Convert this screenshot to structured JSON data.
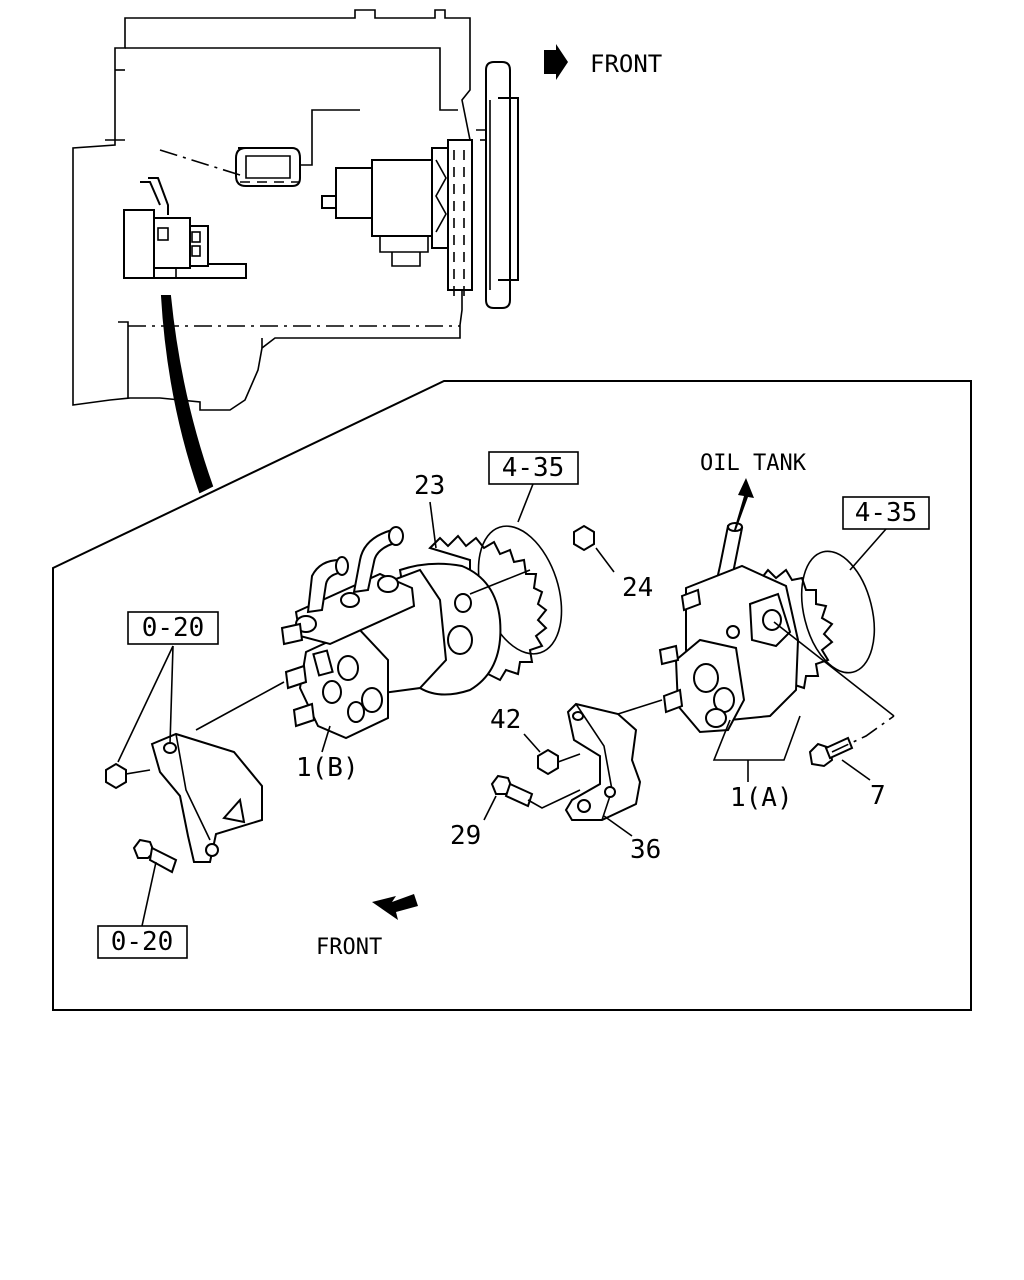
{
  "labels": {
    "front_top": "FRONT",
    "front_bottom": "FRONT",
    "oil_tank": "OIL TANK",
    "ref_4_35_a": "4-35",
    "ref_4_35_b": "4-35",
    "ref_0_20_a": "0-20",
    "ref_0_20_b": "0-20"
  },
  "callouts": {
    "p23": "23",
    "p24": "24",
    "p1b": "1(B)",
    "p42": "42",
    "p29": "29",
    "p36": "36",
    "p1a": "1(A)",
    "p7": "7"
  },
  "icons": {
    "front_arrow_top": "arrow-right-icon",
    "front_arrow_bottom": "arrow-down-left-icon",
    "oil_tank_arrow": "arrow-up-icon"
  },
  "colors": {
    "ink": "#000000",
    "paper": "#ffffff"
  }
}
